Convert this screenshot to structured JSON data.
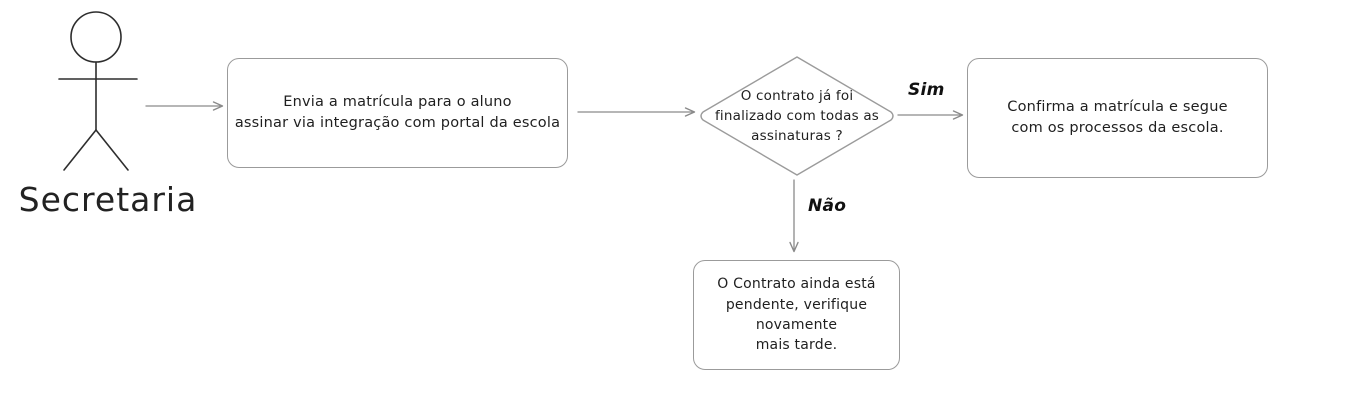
{
  "diagram": {
    "title_hint": "Flowchart of school enrollment signature process",
    "colors": {
      "background": "#ffffff",
      "shape_stroke": "#9b9b9b",
      "arrow_stroke": "#8a8a8a",
      "text": "#1f1f1f"
    },
    "actor": {
      "label": "Secretaria",
      "icon": "stick-figure-icon"
    },
    "nodes": {
      "send": {
        "type": "rounded-rectangle",
        "text": "Envia a matrícula para o aluno\nassinar via integração com portal da escola"
      },
      "decision": {
        "type": "diamond",
        "text": "O contrato já foi\nfinalizado com todas as\nassinaturas ?"
      },
      "confirm": {
        "type": "rounded-rectangle",
        "text": "Confirma a matrícula e segue\ncom os processos da escola."
      },
      "pending": {
        "type": "rounded-rectangle",
        "text": "O Contrato ainda está\npendente, verifique novamente\nmais tarde."
      }
    },
    "edges": {
      "actor_to_send": {
        "label": ""
      },
      "send_to_decision": {
        "label": ""
      },
      "decision_to_confirm": {
        "label": "Sim"
      },
      "decision_to_pending": {
        "label": "Não"
      }
    }
  }
}
